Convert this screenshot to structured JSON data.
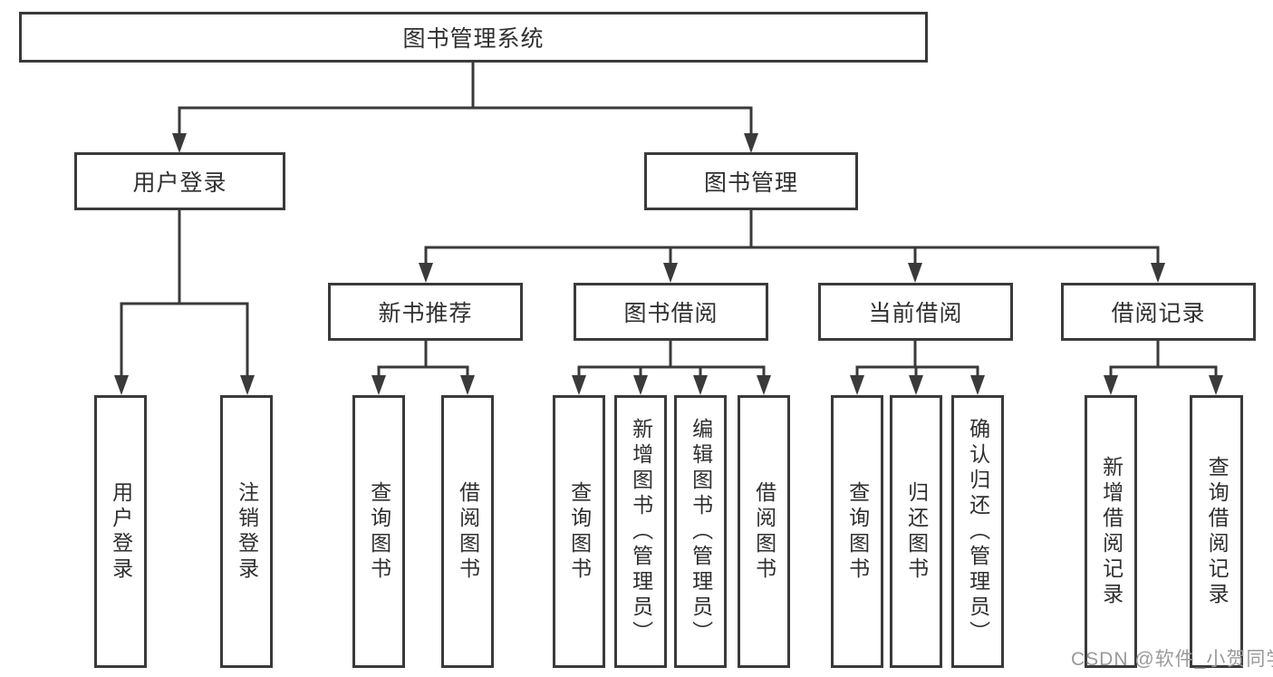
{
  "colors": {
    "line": "#3a3a3a",
    "box_fill": "#ffffff",
    "text": "#2f2f2f",
    "watermark": "#9a9a9a"
  },
  "watermark": {
    "text": "CSDN @软件_小贺同学"
  },
  "diagram": {
    "root": {
      "label": "图书管理系统"
    },
    "level2": [
      {
        "label": "用户登录"
      },
      {
        "label": "图书管理"
      }
    ],
    "level3": [
      {
        "label": "新书推荐"
      },
      {
        "label": "图书借阅"
      },
      {
        "label": "当前借阅"
      },
      {
        "label": "借阅记录"
      }
    ],
    "leaves": {
      "user_login": [
        "用户登录",
        "注销登录"
      ],
      "new_books": [
        "查询图书",
        "借阅图书"
      ],
      "book_borrowing": [
        "查询图书",
        "新增图书（管理员）",
        "编辑图书（管理员）",
        "借阅图书"
      ],
      "current_borrowing": [
        "查询图书",
        "归还图书",
        "确认归还（管理员）"
      ],
      "borrowing_records": [
        "新增借阅记录",
        "查询借阅记录"
      ]
    }
  }
}
